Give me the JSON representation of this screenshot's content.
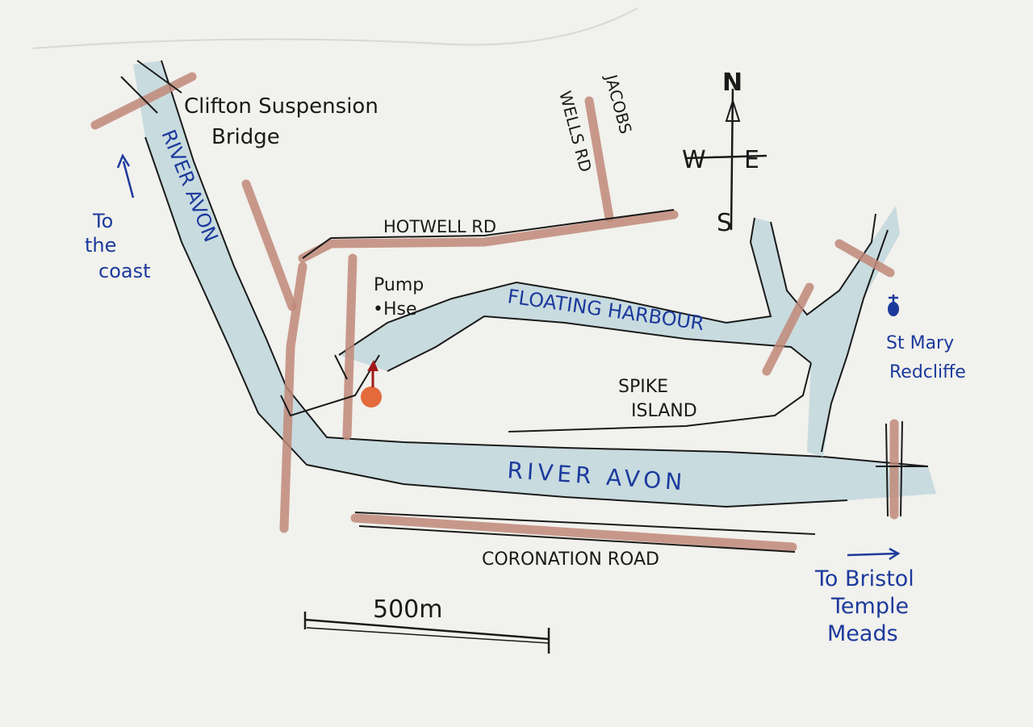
{
  "map": {
    "places": {
      "bridge": "Clifton Suspension",
      "bridge2": "Bridge",
      "river_vertical": "RIVER AVON",
      "coast1": "To",
      "coast2": "the",
      "coast3": "coast",
      "jacobs1": "JACOBS",
      "jacobs2": "WELLS RD",
      "hotwell": "HOTWELL RD",
      "pump1": "Pump",
      "pump2": "•Hse",
      "harbour": "FLOATING HARBOUR",
      "stmary1": "St Mary",
      "stmary2": "Redcliffe",
      "spike1": "SPIKE",
      "spike2": "ISLAND",
      "river_main": "RIVER AVON",
      "coronation": "CORONATION ROAD",
      "temple1": "To Bristol",
      "temple2": "Temple",
      "temple3": "Meads"
    },
    "compass": {
      "n": "N",
      "s": "S",
      "e": "E",
      "w": "W"
    },
    "scale": {
      "label": "500m"
    },
    "colors": {
      "water": "#c8dbdf",
      "road": "#c08878",
      "ink": "#1a1a1a",
      "blue_ink": "#1c3a9c",
      "marker": "#e0521a"
    }
  }
}
